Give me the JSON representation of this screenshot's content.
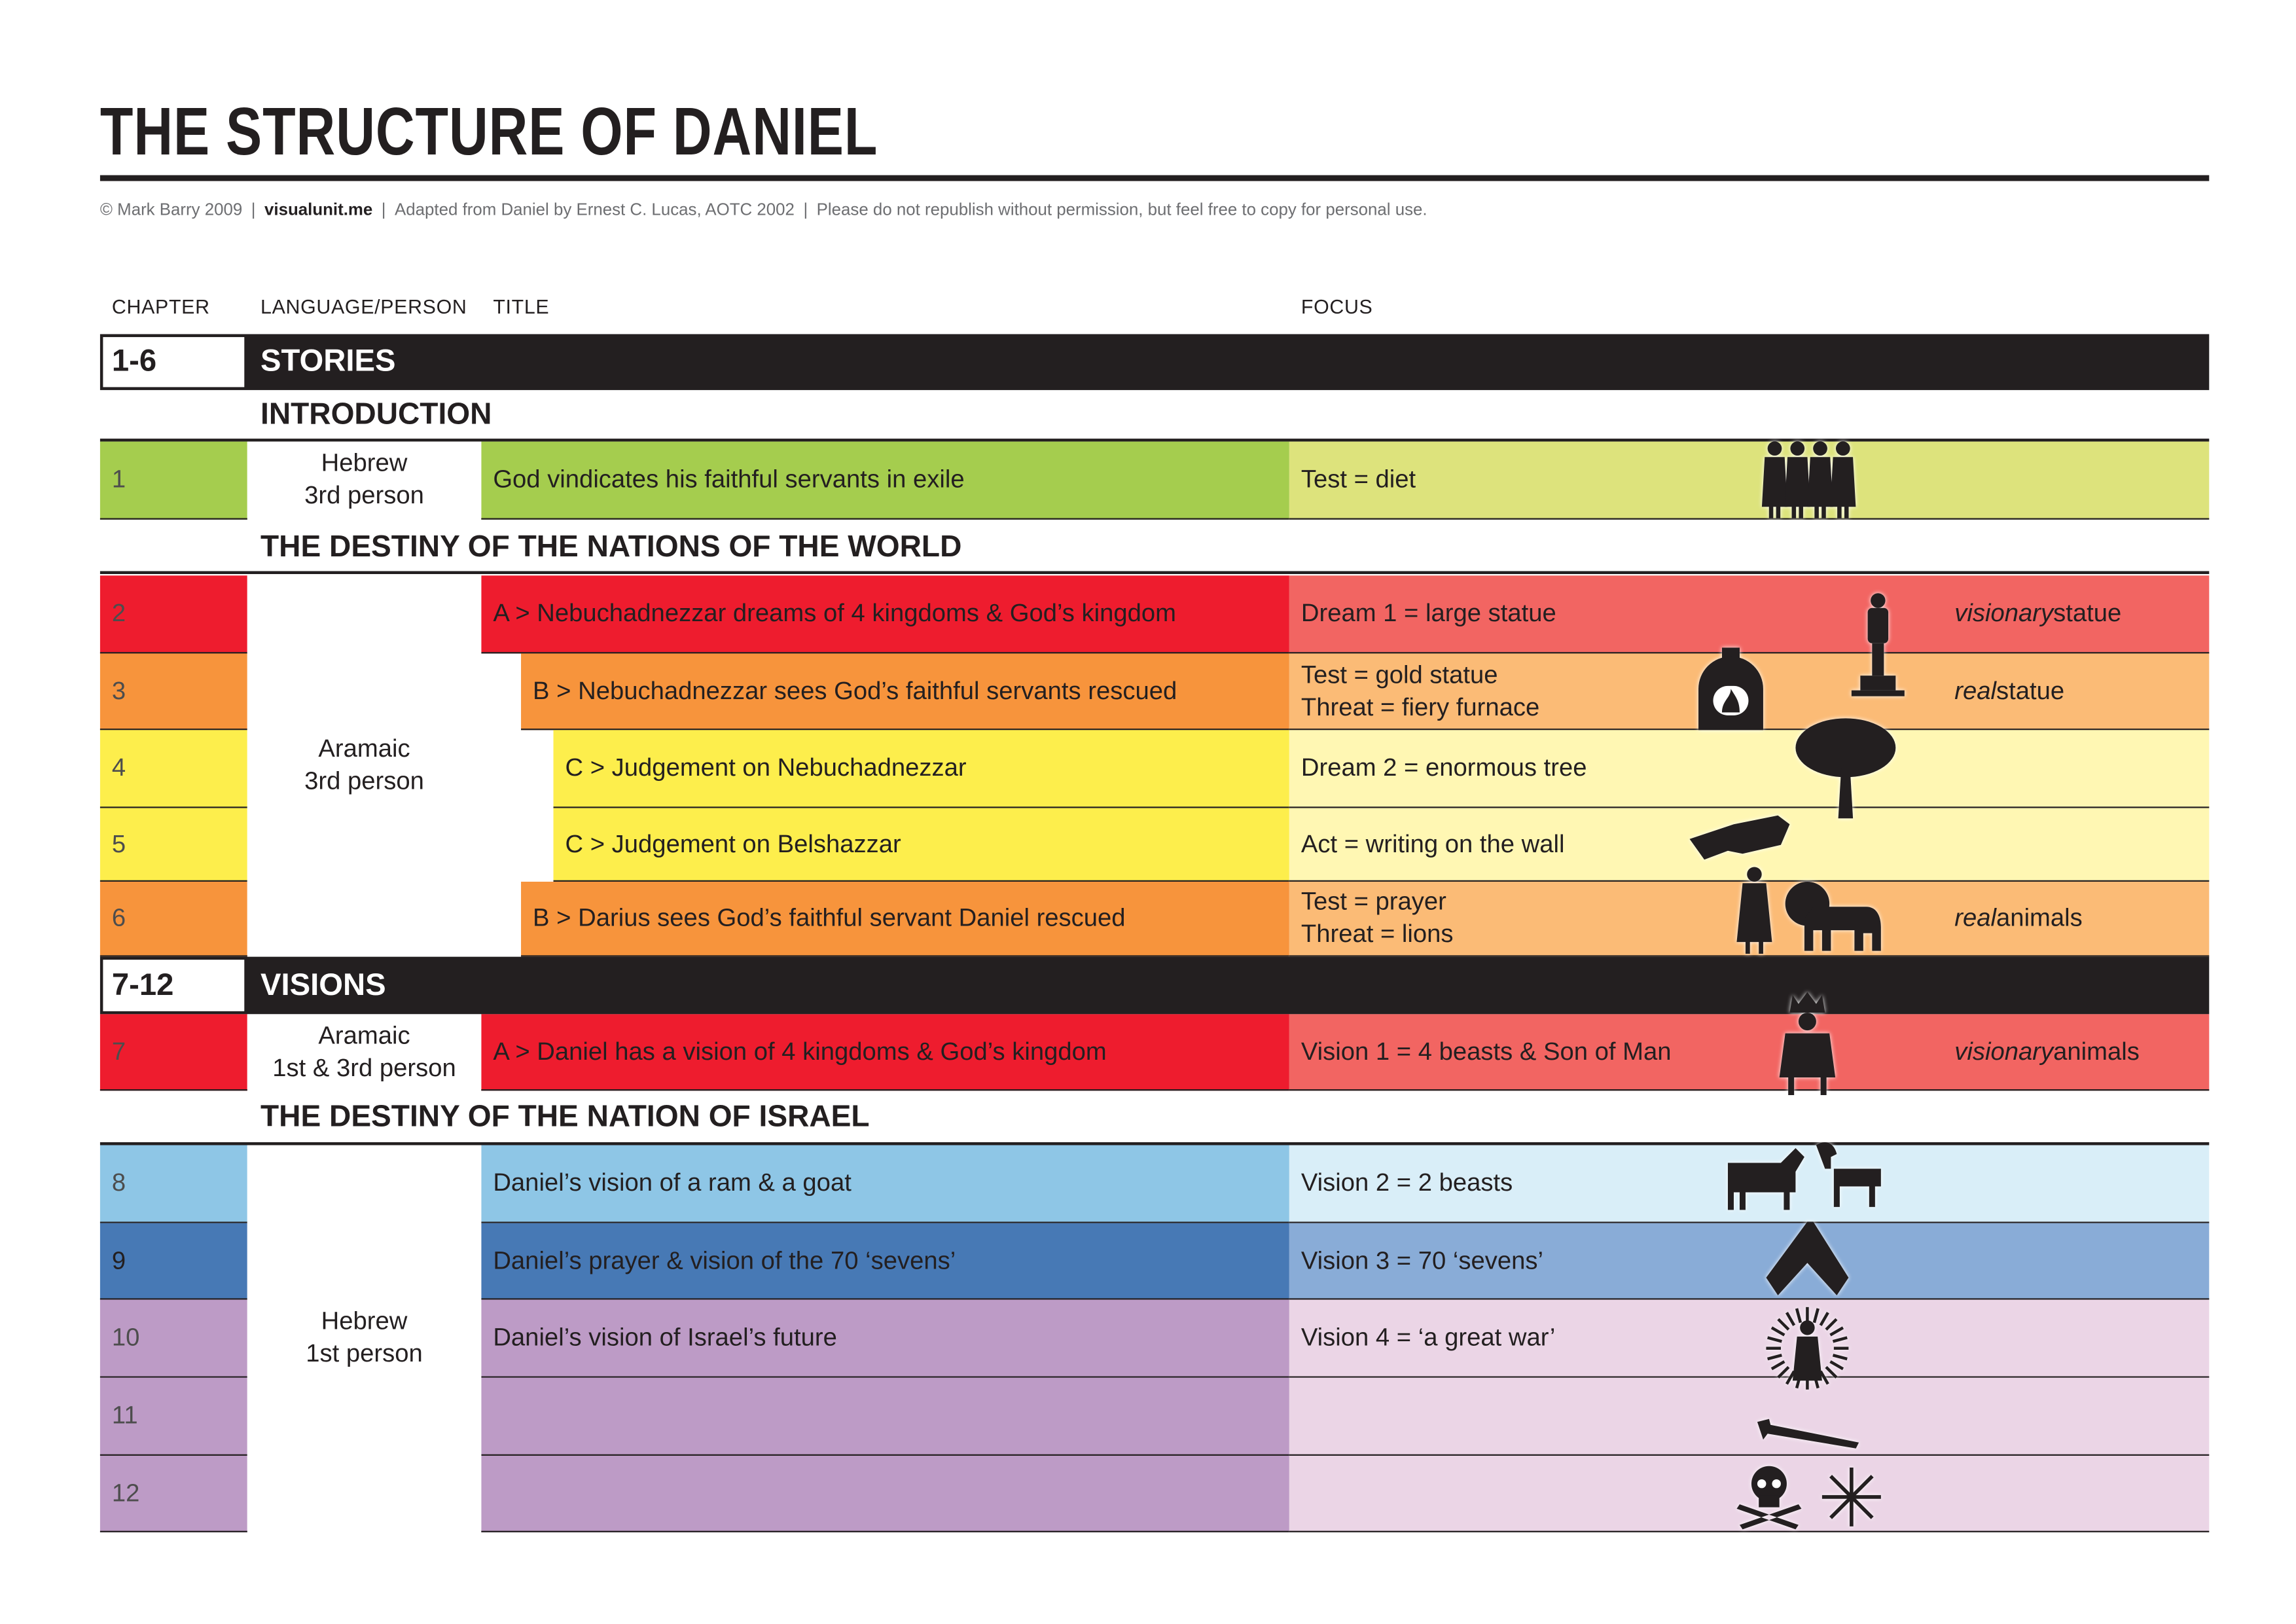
{
  "title": "THE STRUCTURE OF DANIEL",
  "credit": {
    "copyright": "© Mark Barry 2009",
    "site": "visualunit.me",
    "source": "Adapted from Daniel by Ernest C. Lucas, AOTC 2002",
    "notice": "Please do not republish without permission, but feel free to copy for personal use.",
    "separator": "|"
  },
  "columns": {
    "chapter": "CHAPTER",
    "language": "LANGUAGE/PERSON",
    "title": "TITLE",
    "focus": "FOCUS"
  },
  "sections": [
    {
      "range": "1-6",
      "label": "STORIES"
    },
    {
      "range": "7-12",
      "label": "VISIONS"
    }
  ],
  "subheaders": [
    "INTRODUCTION",
    "THE DESTINY OF THE NATIONS OF THE WORLD",
    "THE DESTINY OF THE NATION OF ISRAEL"
  ],
  "languages": [
    {
      "line1": "Hebrew",
      "line2": "3rd person"
    },
    {
      "line1": "Aramaic",
      "line2": "3rd person"
    },
    {
      "line1": "Aramaic",
      "line2": "1st & 3rd person"
    },
    {
      "line1": "Hebrew",
      "line2": "1st person"
    }
  ],
  "rows": [
    {
      "chapter": "1",
      "title": "God vindicates his faithful servants in exile",
      "focus": [
        "Test = diet"
      ],
      "note_em": "",
      "note": "",
      "colors": {
        "chapter": "#a5cd4e",
        "title": "#a5cd4e",
        "focus": "#dde37c"
      },
      "icons": [
        "four-men-icon"
      ]
    },
    {
      "chapter": "2",
      "title": "A > Nebuchadnezzar dreams of 4 kingdoms & God’s kingdom",
      "focus": [
        "Dream 1 = large statue"
      ],
      "note_em": "visionary",
      "note": " statue",
      "colors": {
        "chapter": "#ee1c2e",
        "title": "#ee1c2e",
        "focus": "#f26562"
      },
      "icons": [
        "statue-icon"
      ]
    },
    {
      "chapter": "3",
      "title": "B > Nebuchadnezzar sees God’s faithful servants rescued",
      "focus": [
        "Test = gold statue",
        "Threat = fiery furnace"
      ],
      "note_em": "real",
      "note": " statue",
      "colors": {
        "chapter": "#f7943c",
        "title": "#f7943c",
        "focus": "#fbbb76"
      },
      "icons": [
        "furnace-icon"
      ]
    },
    {
      "chapter": "4",
      "title": "C > Judgement on Nebuchadnezzar",
      "focus": [
        "Dream 2 = enormous tree"
      ],
      "note_em": "",
      "note": "",
      "colors": {
        "chapter": "#fdee4c",
        "title": "#fdee4c",
        "focus": "#fff7b3"
      },
      "icons": [
        "tree-icon"
      ]
    },
    {
      "chapter": "5",
      "title": "C > Judgement on Belshazzar",
      "focus": [
        "Act = writing on the wall"
      ],
      "note_em": "",
      "note": "",
      "colors": {
        "chapter": "#fdee4c",
        "title": "#fdee4c",
        "focus": "#fff7b3"
      },
      "icons": [
        "writing-hand-icon"
      ]
    },
    {
      "chapter": "6",
      "title": "B > Darius sees God’s faithful servant Daniel rescued",
      "focus": [
        "Test = prayer",
        "Threat = lions"
      ],
      "note_em": "real",
      "note": " animals",
      "colors": {
        "chapter": "#f7943c",
        "title": "#f7943c",
        "focus": "#fbbb76"
      },
      "icons": [
        "daniel-icon",
        "lion-icon"
      ]
    },
    {
      "chapter": "7",
      "title": "A > Daniel has a vision of 4 kingdoms & God’s kingdom",
      "focus": [
        "Vision 1 = 4 beasts & Son of Man"
      ],
      "note_em": "visionary",
      "note": " animals",
      "colors": {
        "chapter": "#ee1c2e",
        "title": "#ee1c2e",
        "focus": "#f26562"
      },
      "icons": [
        "throne-icon"
      ]
    },
    {
      "chapter": "8",
      "title": "Daniel’s vision of a ram & a goat",
      "focus": [
        "Vision 2 = 2 beasts"
      ],
      "note_em": "",
      "note": "",
      "colors": {
        "chapter": "#8ec6e6",
        "title": "#8ec6e6",
        "focus": "#d9eef8"
      },
      "icons": [
        "ram-icon",
        "goat-icon"
      ]
    },
    {
      "chapter": "9",
      "title": "Daniel’s prayer & vision of the 70 ‘sevens’",
      "focus": [
        "Vision 3 = 70 ‘sevens’"
      ],
      "note_em": "",
      "note": "",
      "colors": {
        "chapter": "#4779b5",
        "title": "#4779b5",
        "focus": "#89acd7"
      },
      "icons": [
        "praying-hands-icon"
      ]
    },
    {
      "chapter": "10",
      "title": "Daniel’s vision of Israel’s future",
      "focus": [
        "Vision 4 = ‘a great war’"
      ],
      "note_em": "",
      "note": "",
      "colors": {
        "chapter": "#bd9bc6",
        "title": "#bd9bc6",
        "focus": "#ebd5e6"
      },
      "icons": [
        "radiant-man-icon"
      ]
    },
    {
      "chapter": "11",
      "title": "",
      "focus": [],
      "note_em": "",
      "note": "",
      "colors": {
        "chapter": "#bd9bc6",
        "title": "#bd9bc6",
        "focus": "#ebd5e6"
      },
      "icons": [
        "sword-icon"
      ]
    },
    {
      "chapter": "12",
      "title": "",
      "focus": [],
      "note_em": "",
      "note": "",
      "colors": {
        "chapter": "#bd9bc6",
        "title": "#bd9bc6",
        "focus": "#ebd5e6"
      },
      "icons": [
        "skull-crossbones-icon",
        "star-icon"
      ]
    }
  ]
}
